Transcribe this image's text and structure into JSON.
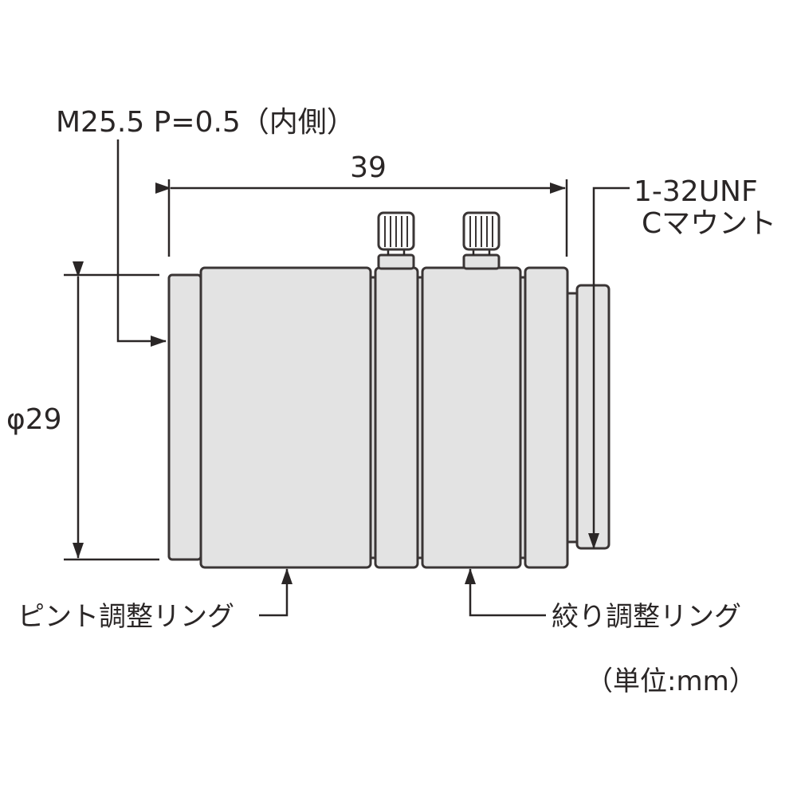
{
  "labels": {
    "thread": "M25.5 P=0.5（内側）",
    "length": "39",
    "mount_thread": "1-32UNF",
    "mount_type": "Cマウント",
    "diameter": "φ29",
    "focus_ring": "ピント調整リング",
    "iris_ring": "絞り調整リング",
    "unit": "（単位:mm）"
  },
  "colors": {
    "body_fill": "#e3e3e3",
    "line": "#2a2626"
  }
}
